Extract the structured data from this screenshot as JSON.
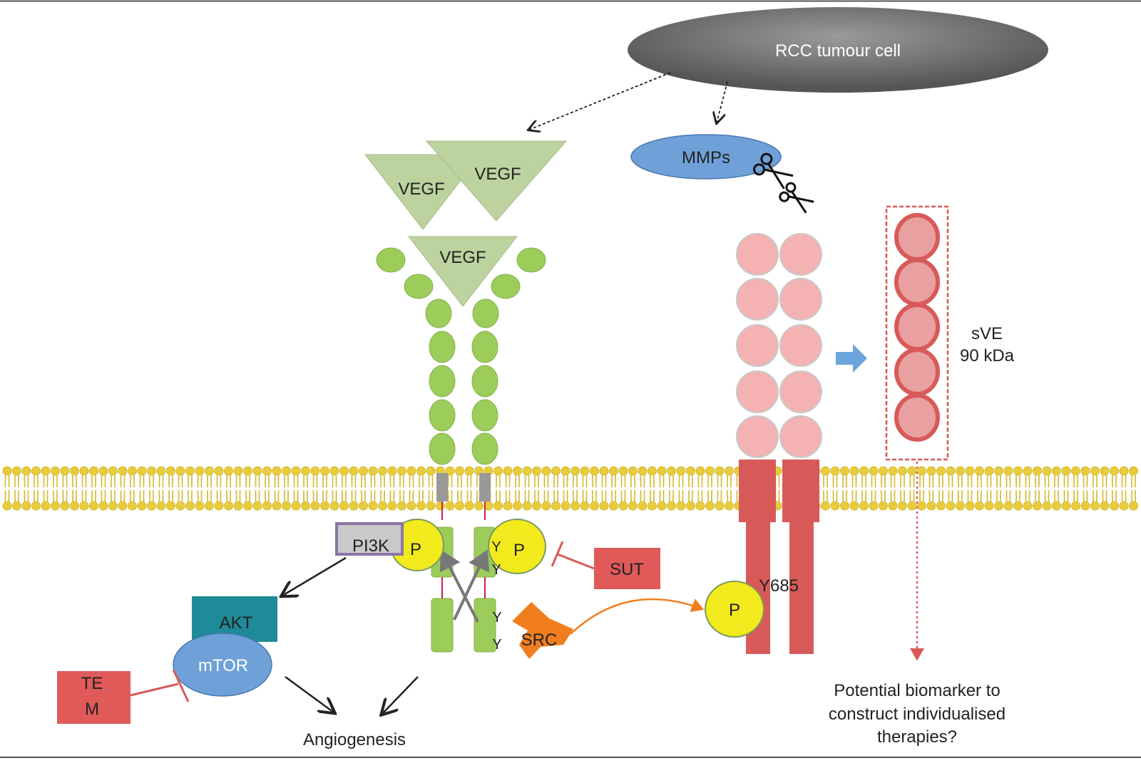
{
  "labels": {
    "rcc_cell": "RCC tumour cell",
    "mmps": "MMPs",
    "vegf_left": "VEGF",
    "vegf_right": "VEGF",
    "vegf_center": "VEGF",
    "sve_line1": "sVE",
    "sve_line2": "90 kDa",
    "pi3k": "PI3K",
    "p_left": "P",
    "p_right": "P",
    "p_ve": "P",
    "y_a": "Y",
    "y_b": "Y",
    "y_c": "Y",
    "y_d": "Y",
    "y685": "Y685",
    "sut": "SUT",
    "src": "SRC",
    "akt": "AKT",
    "mtor": "mTOR",
    "tem_line1": "TE",
    "tem_line2": "M",
    "angiogenesis": "Angiogenesis",
    "biomarker_line1": "Potential biomarker to",
    "biomarker_line2": "construct individualised",
    "biomarker_line3": "therapies?"
  },
  "colors": {
    "rcc_fill": "#6e6e6e",
    "mmp_fill": "#6fa0d8",
    "vegf_fill": "#bcd3a0",
    "receptor_green": "#9ccc5a",
    "ve_pink": "#f4b2b2",
    "ve_red": "#d85a58",
    "membrane_yellow": "#e8cc3a",
    "phospho_yellow": "#f2ea1c",
    "inhibitor_red": "#e05a5a",
    "akt_teal": "#1f8a98",
    "mtor_blue": "#6fa0d8",
    "src_orange": "#f07e1e",
    "arrow_blue": "#6aa6dc"
  },
  "icons": [
    "scissors-icon"
  ]
}
